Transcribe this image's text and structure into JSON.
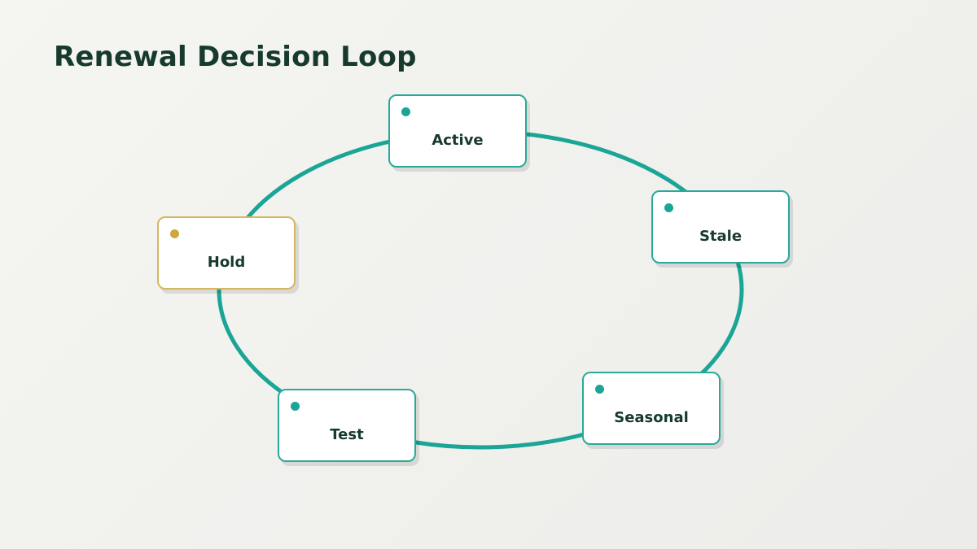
{
  "title": "Renewal Decision Loop",
  "nodes": {
    "active": {
      "label": "Active"
    },
    "stale": {
      "label": "Stale"
    },
    "seasonal": {
      "label": "Seasonal"
    },
    "test": {
      "label": "Test"
    },
    "hold": {
      "label": "Hold"
    }
  },
  "colors": {
    "loop": "#1aa596",
    "node_border": "#2aa99a",
    "highlight_border": "#d6b660",
    "highlight_dot": "#d0a63f",
    "title": "#163a2c"
  }
}
